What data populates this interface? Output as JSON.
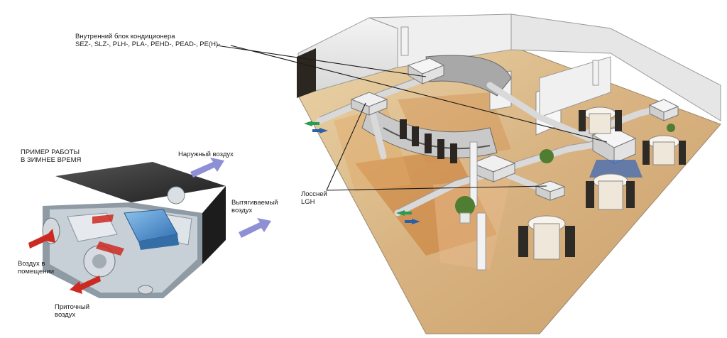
{
  "labels": {
    "indoor_unit": {
      "line1": "Внутренний блок кондиционера",
      "line2": "SEZ-, SLZ-, PLH-, PLA-, PEHD-, PEAD-, PE(H)-"
    },
    "winter_example": {
      "line1": "ПРИМЕР РАБОТЫ",
      "line2": "В ЗИМНЕЕ ВРЕМЯ"
    },
    "outdoor_air": {
      "line1": "Наружный воздух"
    },
    "exhaust_air": {
      "line1": "Вытягиваемый",
      "line2": "воздух"
    },
    "room_air": {
      "line1": "Воздух в",
      "line2": "помещении"
    },
    "supply_air": {
      "line1": "Приточный",
      "line2": "воздух"
    },
    "lossnay": {
      "line1": "Лоссней",
      "line2": "LGH"
    }
  },
  "colors": {
    "blue_arrow": "#8f8fd6",
    "red_arrow": "#cc2a20",
    "floor": "#d9b98a",
    "floor_dark": "#b8803f",
    "wall": "#eaeaea",
    "unit_body": "#3a3a3a",
    "unit_inner": "#b9c3cc",
    "heat_exchanger": "#4f95d6"
  }
}
